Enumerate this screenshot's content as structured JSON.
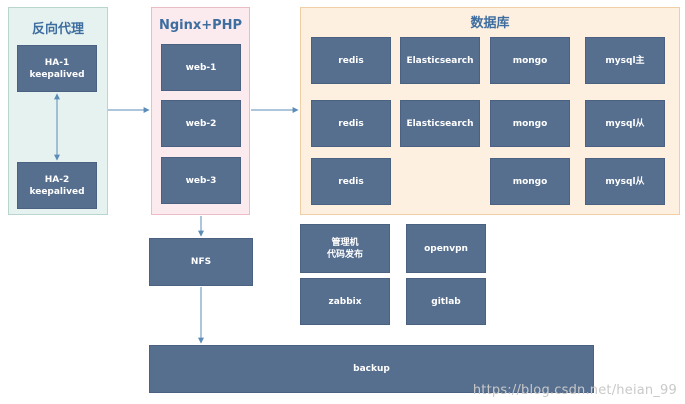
{
  "proxy": {
    "title": "反向代理",
    "ha1": [
      "HA-1",
      "keepalived"
    ],
    "ha2": [
      "HA-2",
      "keepalived"
    ]
  },
  "web": {
    "title": "Nginx+PHP",
    "nodes": [
      "web-1",
      "web-2",
      "web-3"
    ]
  },
  "db": {
    "title": "数据库",
    "row1": [
      "redis",
      "Elasticsearch",
      "mongo",
      "mysql主"
    ],
    "row2": [
      "redis",
      "Elasticsearch",
      "mongo",
      "mysql从"
    ],
    "row3": [
      "redis",
      "mongo",
      "mysql从"
    ]
  },
  "tools": {
    "mgmt": [
      "管理机",
      "代码发布"
    ],
    "openvpn": "openvpn",
    "zabbix": "zabbix",
    "gitlab": "gitlab"
  },
  "nfs": "NFS",
  "backup": "backup",
  "watermark": "https://blog.csdn.net/heian_99",
  "colors": {
    "box": "#566f8f",
    "proxy_bg": "#e6f2ef",
    "proxy_border": "#b8d6cd",
    "web_bg": "#fbebee",
    "web_border": "#e9bcc6",
    "db_bg": "#fdf0e1",
    "db_border": "#f0cfa7",
    "arrow": "#5b8cb8",
    "title": "#3e6da0"
  }
}
